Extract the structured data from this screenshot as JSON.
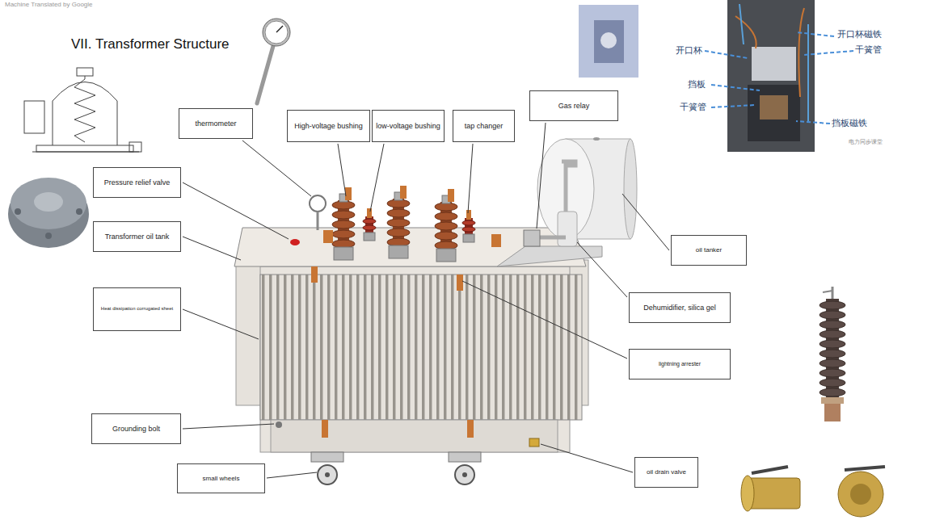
{
  "diagram": {
    "title": "VII. Transformer Structure",
    "nodes": [
      {
        "text": [
          "thermometer"
        ]
      },
      {
        "text": [
          "High-voltage bushing"
        ]
      },
      {
        "text": [
          "low-voltage bushing"
        ]
      },
      {
        "text": [
          "tap changer"
        ]
      },
      {
        "text": [
          "Gas relay"
        ]
      },
      {
        "text": [
          "Pressure relief valve"
        ]
      },
      {
        "text": [
          "Transformer oil tank"
        ]
      },
      {
        "text": [
          "oil tanker"
        ]
      },
      {
        "text": [
          "Dehumidifier, silica gel"
        ]
      },
      {
        "text": [
          "Heat dissipation corrugated sheet"
        ]
      },
      {
        "text": [
          "lightning arrester"
        ]
      },
      {
        "text": [
          "Grounding bolt"
        ]
      },
      {
        "text": [
          "oil drain valve"
        ]
      },
      {
        "text": [
          "small wheels"
        ]
      }
    ],
    "labels": [
      "Machine Translated by Google",
      "开口杯",
      "开口杯磁铁",
      "干簧管",
      "挡板",
      "干簧管",
      "挡板磁铁",
      "电力同步课堂"
    ]
  }
}
